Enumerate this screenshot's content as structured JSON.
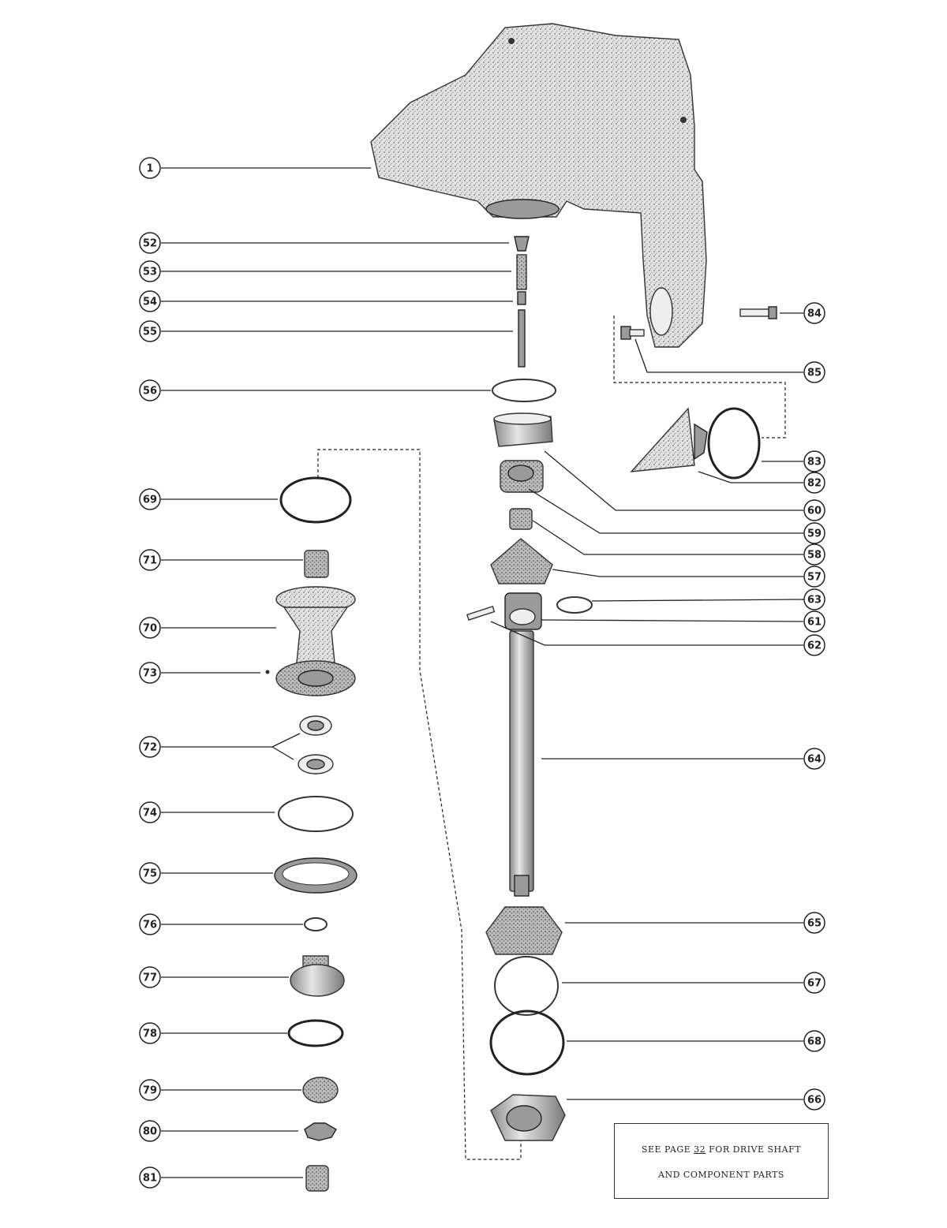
{
  "callouts": [
    {
      "id": "c1",
      "label": "1"
    },
    {
      "id": "c52",
      "label": "52"
    },
    {
      "id": "c53",
      "label": "53"
    },
    {
      "id": "c54",
      "label": "54"
    },
    {
      "id": "c55",
      "label": "55"
    },
    {
      "id": "c56",
      "label": "56"
    },
    {
      "id": "c69",
      "label": "69"
    },
    {
      "id": "c71",
      "label": "71"
    },
    {
      "id": "c70",
      "label": "70"
    },
    {
      "id": "c73",
      "label": "73"
    },
    {
      "id": "c72",
      "label": "72"
    },
    {
      "id": "c74",
      "label": "74"
    },
    {
      "id": "c75",
      "label": "75"
    },
    {
      "id": "c76",
      "label": "76"
    },
    {
      "id": "c77",
      "label": "77"
    },
    {
      "id": "c78",
      "label": "78"
    },
    {
      "id": "c79",
      "label": "79"
    },
    {
      "id": "c80",
      "label": "80"
    },
    {
      "id": "c81",
      "label": "81"
    },
    {
      "id": "c84",
      "label": "84"
    },
    {
      "id": "c85",
      "label": "85"
    },
    {
      "id": "c83",
      "label": "83"
    },
    {
      "id": "c82",
      "label": "82"
    },
    {
      "id": "c60",
      "label": "60"
    },
    {
      "id": "c59",
      "label": "59"
    },
    {
      "id": "c58",
      "label": "58"
    },
    {
      "id": "c57",
      "label": "57"
    },
    {
      "id": "c63",
      "label": "63"
    },
    {
      "id": "c61",
      "label": "61"
    },
    {
      "id": "c62",
      "label": "62"
    },
    {
      "id": "c64",
      "label": "64"
    },
    {
      "id": "c65",
      "label": "65"
    },
    {
      "id": "c67",
      "label": "67"
    },
    {
      "id": "c68",
      "label": "68"
    },
    {
      "id": "c66",
      "label": "66"
    }
  ],
  "note": {
    "prefix": "SEE PAGE ",
    "page": "32",
    "suffix": " FOR DRIVE SHAFT",
    "line2": "AND COMPONENT PARTS"
  }
}
